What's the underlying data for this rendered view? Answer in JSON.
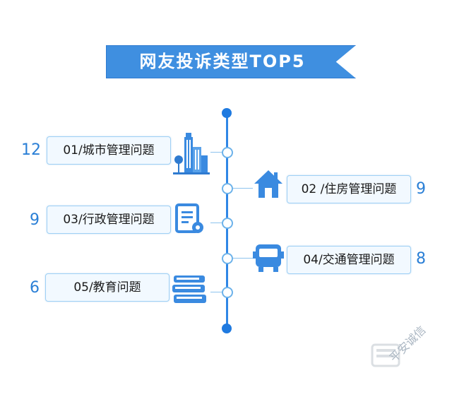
{
  "title": "网友投诉类型TOP5",
  "items": [
    {
      "label": "01/城市管理问题",
      "count": "12",
      "side": "left",
      "icon": "city-buildings-icon"
    },
    {
      "label": "02 /住房管理问题",
      "count": "9",
      "side": "right",
      "icon": "house-icon"
    },
    {
      "label": "03/行政管理问题",
      "count": "9",
      "side": "left",
      "icon": "document-gear-icon"
    },
    {
      "label": "04/交通管理问题",
      "count": "8",
      "side": "right",
      "icon": "bus-icon"
    },
    {
      "label": "05/教育问题",
      "count": "6",
      "side": "left",
      "icon": "books-icon"
    }
  ],
  "watermark": "平安诚信",
  "colors": {
    "accent": "#2f86e6",
    "banner": "#3f8fe0",
    "count": "#2a7fd6",
    "box_bg": "#f2f9ff",
    "box_border": "#9fd0f5"
  },
  "chart_data": {
    "type": "bar",
    "title": "网友投诉类型TOP5",
    "categories": [
      "01/城市管理问题",
      "02 /住房管理问题",
      "03/行政管理问题",
      "04/交通管理问题",
      "05/教育问题"
    ],
    "values": [
      12,
      9,
      9,
      8,
      6
    ]
  }
}
